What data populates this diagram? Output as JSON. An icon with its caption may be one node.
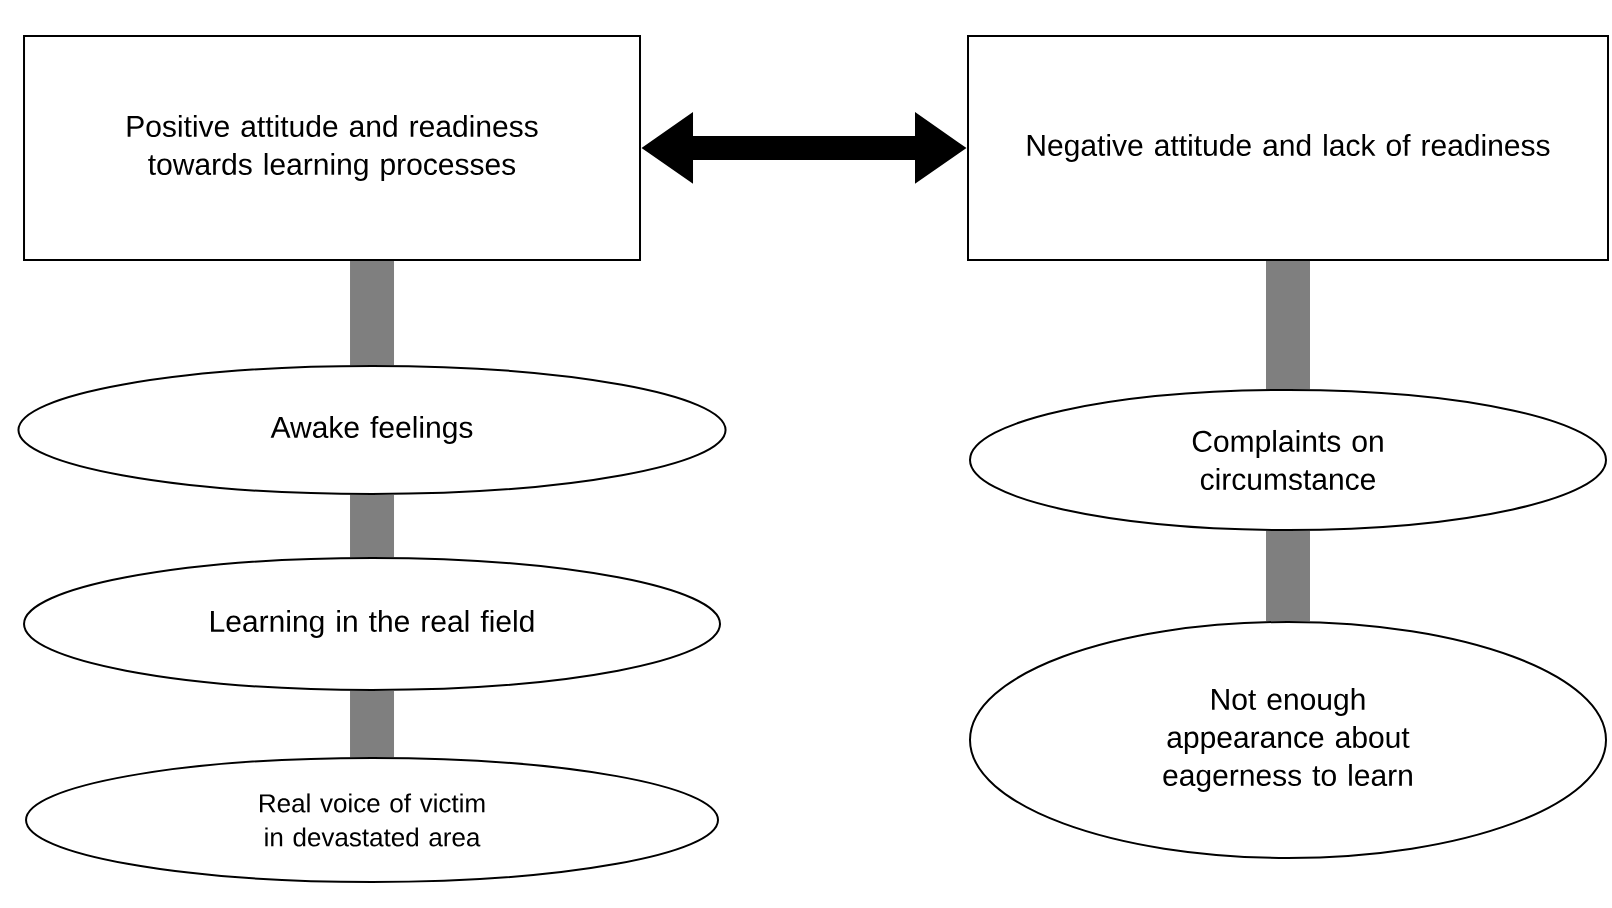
{
  "diagram": {
    "nodes": [
      {
        "text": [
          "Positive attitude and readiness towards learning processes"
        ]
      },
      {
        "text": [
          "Negative attitude and lack of readiness"
        ]
      },
      {
        "text": [
          "Awake feelings"
        ]
      },
      {
        "text": [
          "Learning in the real field"
        ]
      },
      {
        "text": [
          "Real voice of victim in devastated area"
        ]
      },
      {
        "text": [
          "Complaints on circumstance"
        ]
      },
      {
        "text": [
          "Not enough appearance about eagerness to learn"
        ]
      }
    ],
    "edges": [
      {
        "from": 0,
        "to": 1,
        "arrow": "both",
        "color": "#000000"
      },
      {
        "from": 0,
        "to": 2,
        "arrow": "none"
      },
      {
        "from": 2,
        "to": 3,
        "arrow": "none"
      },
      {
        "from": 3,
        "to": 4,
        "arrow": "none"
      },
      {
        "from": 1,
        "to": 5,
        "arrow": "none"
      },
      {
        "from": 5,
        "to": 6,
        "arrow": "none"
      }
    ]
  }
}
